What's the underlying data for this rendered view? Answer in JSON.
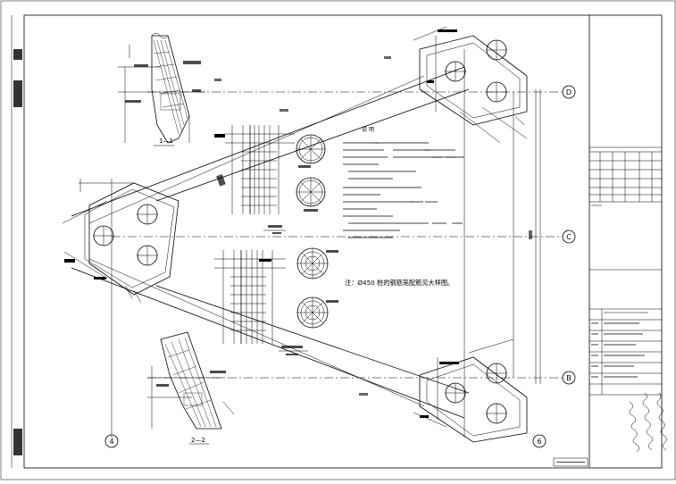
{
  "axes": {
    "d": "D",
    "c": "C",
    "b": "B",
    "four": "4",
    "six": "6"
  },
  "sections": {
    "s1": "1—1",
    "s2": "2—2"
  },
  "note": {
    "main": "注：Ø450 桩的钢筋笼配筋见大样图。",
    "heading": "说  明"
  },
  "colors": {
    "line": "#000000",
    "paper": "#ffffff"
  }
}
